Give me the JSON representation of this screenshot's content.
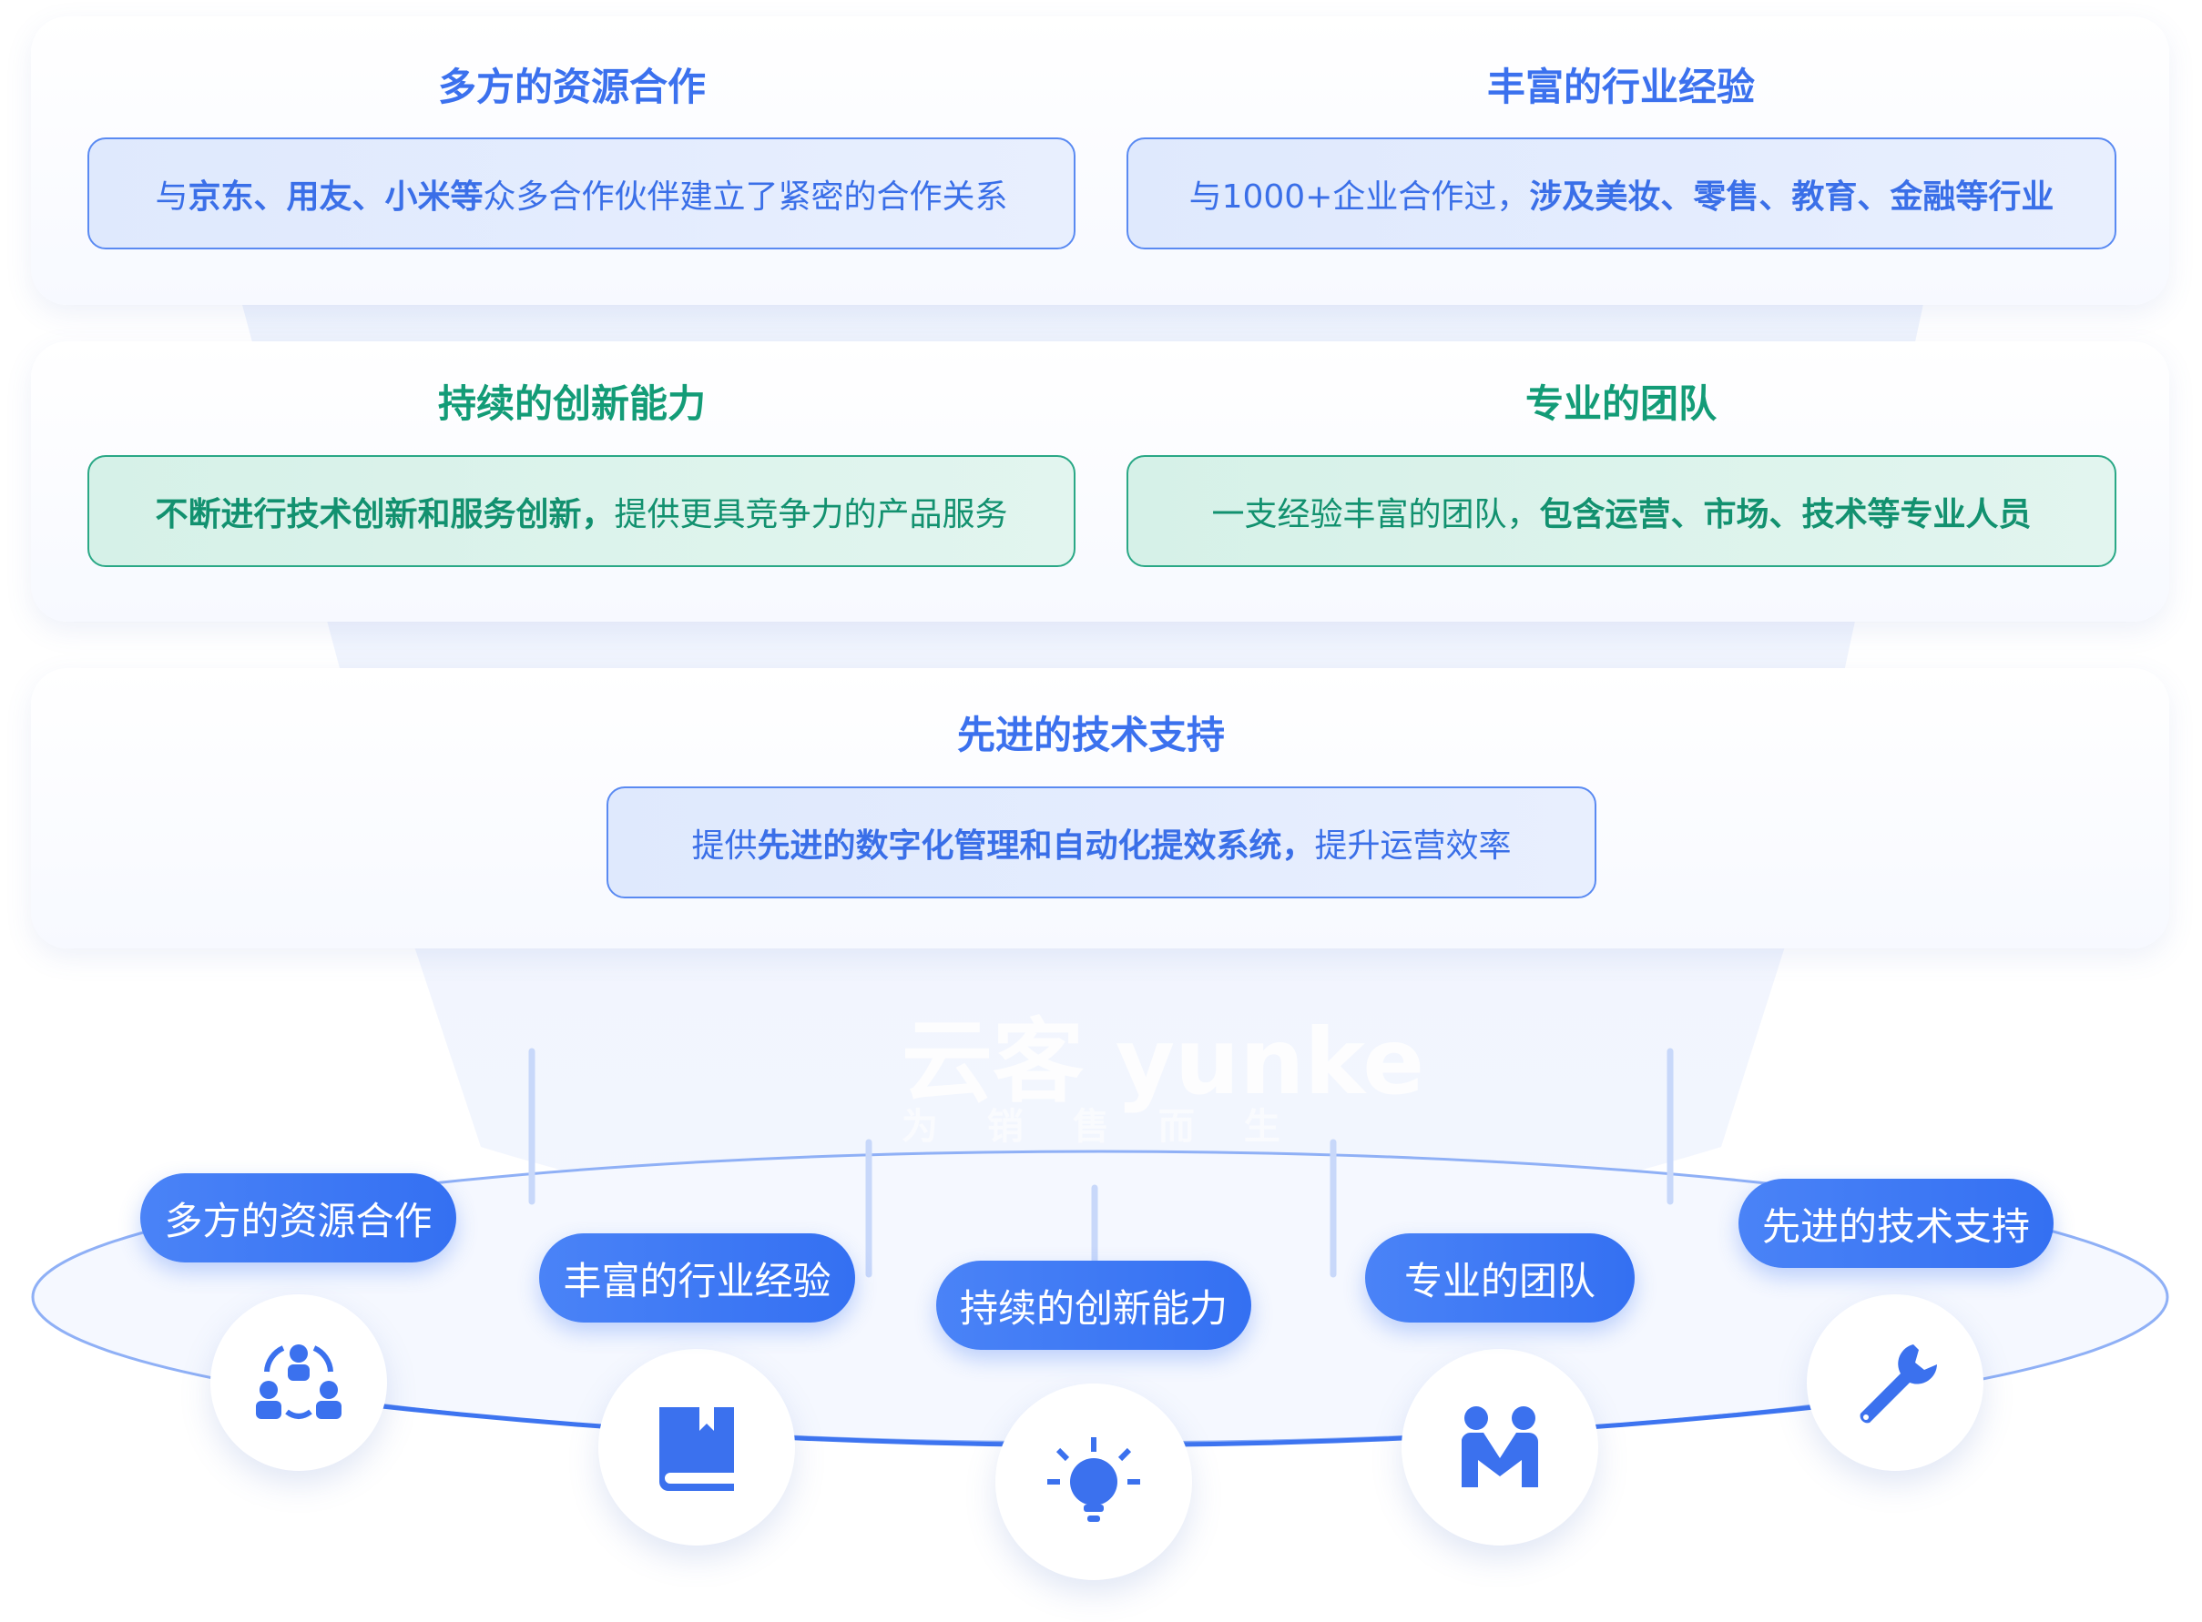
{
  "cards": [
    {
      "title": "多方的资源合作",
      "segments": [
        {
          "t": "与",
          "b": false
        },
        {
          "t": "京东、用友、小米等",
          "b": true
        },
        {
          "t": "众多合作伙伴建立了紧密的合作关系",
          "b": false
        }
      ]
    },
    {
      "title": "丰富的行业经验",
      "segments": [
        {
          "t": "与1000+企业合作过，",
          "b": false
        },
        {
          "t": "涉及美妆、零售、教育、金融等行业",
          "b": true
        }
      ]
    },
    {
      "title": "持续的创新能力",
      "segments": [
        {
          "t": "不断进行技术创新和服务创新，",
          "b": true
        },
        {
          "t": "提供更具竞争力的产品服务",
          "b": false
        }
      ]
    },
    {
      "title": "专业的团队",
      "segments": [
        {
          "t": "一支经验丰富的团队，",
          "b": false
        },
        {
          "t": "包含运营、市场、技术等专业人员",
          "b": true
        }
      ]
    },
    {
      "title": "先进的技术支持",
      "segments": [
        {
          "t": "提供",
          "b": false
        },
        {
          "t": "先进的数字化管理和自动化提效系统，",
          "b": true
        },
        {
          "t": "提升运营效率",
          "b": false
        }
      ]
    }
  ],
  "watermark": {
    "logo": "云客 yunke",
    "slogan": "为 销 售 而 生"
  },
  "pills": [
    {
      "label": "多方的资源合作",
      "icon": "people-exchange-icon"
    },
    {
      "label": "丰富的行业经验",
      "icon": "book-icon"
    },
    {
      "label": "持续的创新能力",
      "icon": "lightbulb-icon"
    },
    {
      "label": "专业的团队",
      "icon": "team-icon"
    },
    {
      "label": "先进的技术支持",
      "icon": "wrench-icon"
    }
  ],
  "colors": {
    "blue": "#3b71ee",
    "green": "#139c77"
  }
}
